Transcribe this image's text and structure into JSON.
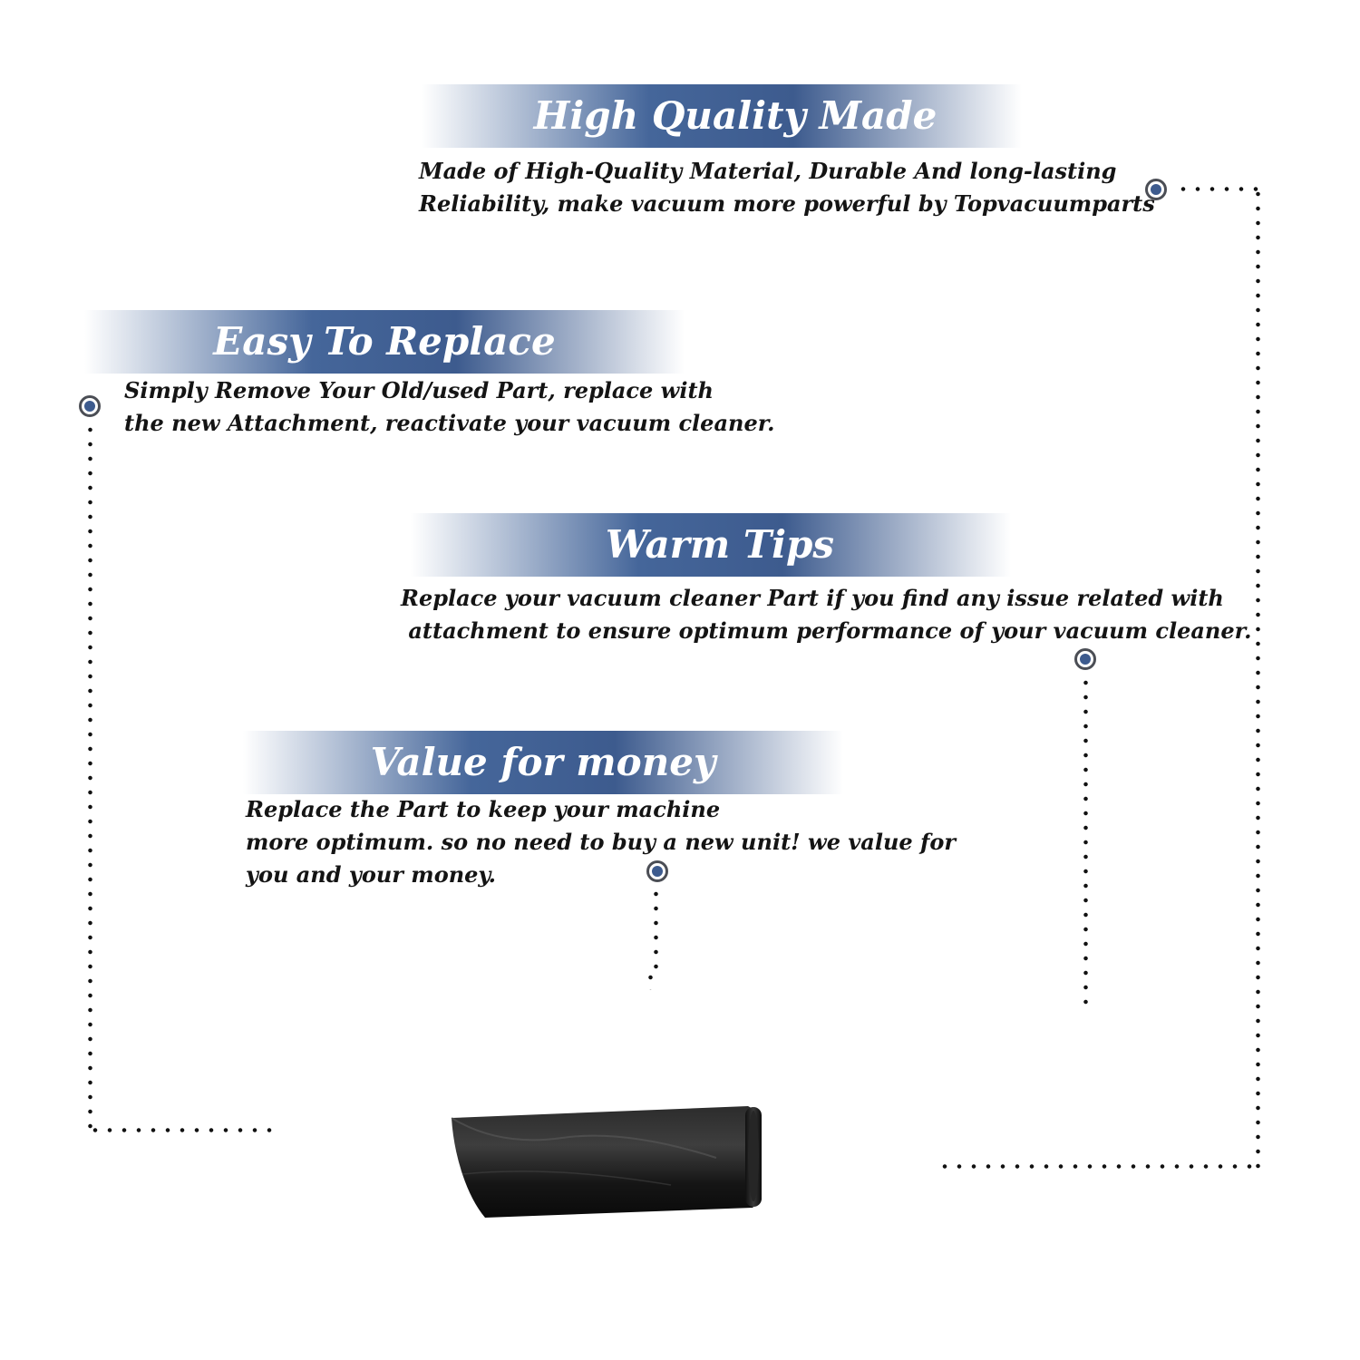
{
  "sections": [
    {
      "title": "High Quality Made",
      "lines": [
        "Made of  High-Quality Material, Durable And long-lasting",
        "Reliability, make vacuum more powerful by Topvacuumparts"
      ]
    },
    {
      "title": "Easy To Replace",
      "lines": [
        "Simply Remove Your Old/used Part, replace with",
        "the new Attachment, reactivate your vacuum cleaner."
      ]
    },
    {
      "title": "Warm Tips",
      "lines": [
        "Replace your vacuum cleaner Part if you find any issue related with",
        " attachment to ensure optimum performance of your vacuum cleaner."
      ]
    },
    {
      "title": "Value for money",
      "lines": [
        "Replace the Part to keep your machine",
        "more optimum. so no need to buy a new unit! we value for",
        "you and your money."
      ]
    }
  ],
  "colors": {
    "banner_blue": "#3d5b8e",
    "marker_blue": "#3d5b8e",
    "product_black": "#1a1a1a"
  },
  "product": {
    "icon": "crevice-tool-attachment"
  }
}
